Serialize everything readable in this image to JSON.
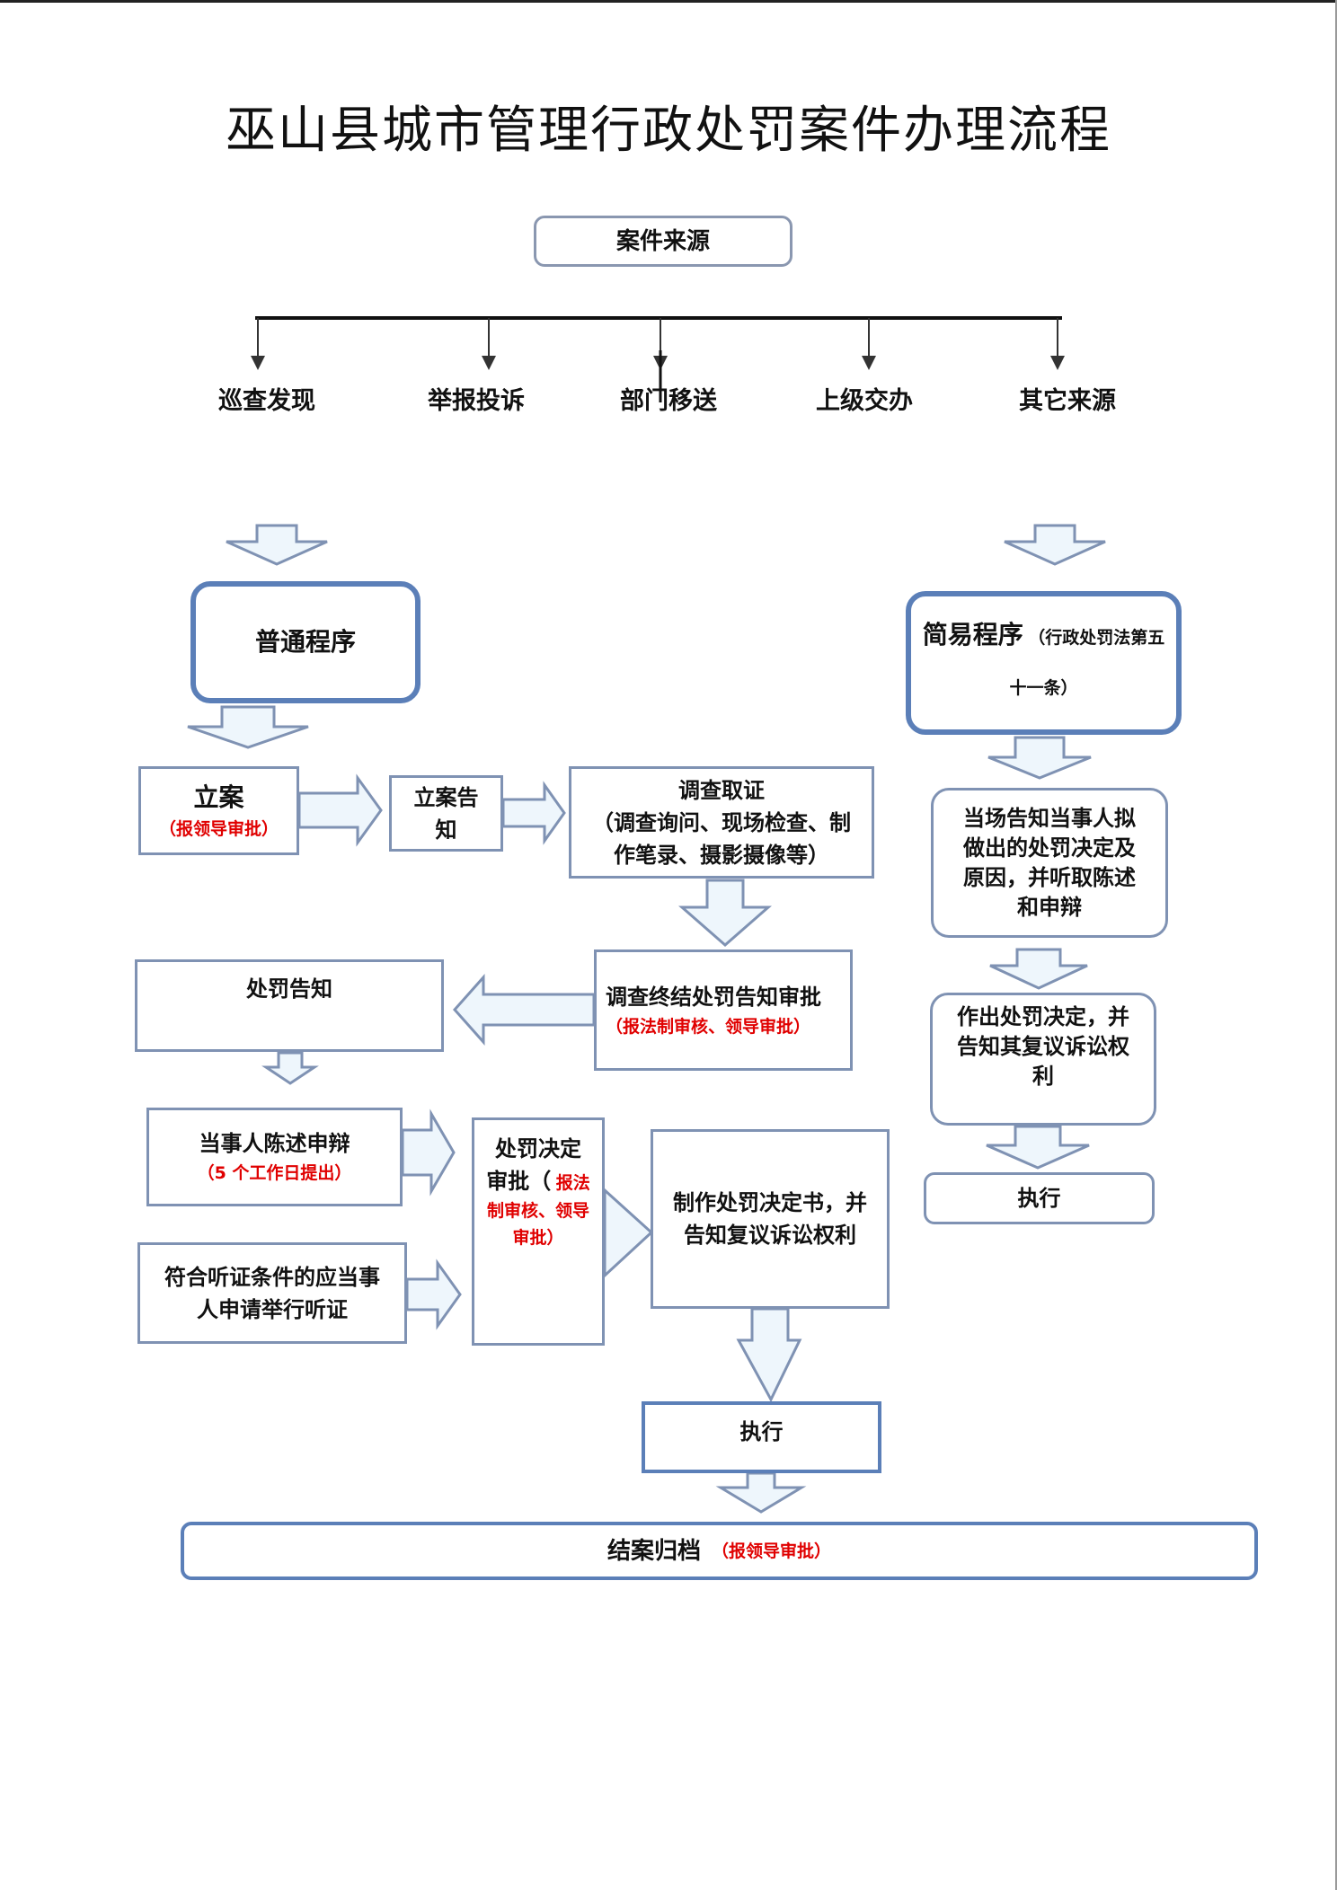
{
  "title": "巫山县城市管理行政处罚案件办理流程",
  "case_source": {
    "label": "案件来源",
    "sources": [
      "巡查发现",
      "举报投诉",
      "部门移送",
      "上级交办",
      "其它来源"
    ]
  },
  "general_procedure": {
    "label": "普通程序",
    "steps": {
      "filing": {
        "label": "立案",
        "note": "（报领导审批）"
      },
      "filing_notice": {
        "label": "立案告知"
      },
      "investigation": {
        "label": "调查取证",
        "detail": "（调查询问、现场检查、制作笔录、摄影摄像等）"
      },
      "investigation_end": {
        "label": "调查终结处罚告知审批",
        "note": "（报法制审核、领导审批）"
      },
      "penalty_notice": {
        "label": "处罚告知"
      },
      "statement": {
        "label": "当事人陈述申辩",
        "note": "（5 个工作日提出）"
      },
      "hearing": {
        "label": "符合听证条件的应当事人申请举行听证"
      },
      "decision_approval": {
        "label": "处罚决定审批（",
        "note": "报法制审核、领导审批）"
      },
      "decision_document": {
        "label": "制作处罚决定书，并告知复议诉讼权利"
      },
      "execution": {
        "label": "执行"
      }
    }
  },
  "simple_procedure": {
    "label": "简易程序",
    "note": "（行政处罚法第五十一条）",
    "steps": {
      "on_site_notice": {
        "label": "当场告知当事人拟做出的处罚决定及原因，并听取陈述和申辩"
      },
      "decision": {
        "label": "作出处罚决定，并告知其复议诉讼权利"
      },
      "execution": {
        "label": "执行"
      }
    }
  },
  "closing": {
    "label": "结案归档",
    "note": "（报领导审批）"
  },
  "colors": {
    "box_border": "#7f92b3",
    "thick_border": "#5b7fb8",
    "arrow_fill": "#eef6fc",
    "arrow_stroke": "#7f92b3",
    "note_red": "#e00000"
  }
}
